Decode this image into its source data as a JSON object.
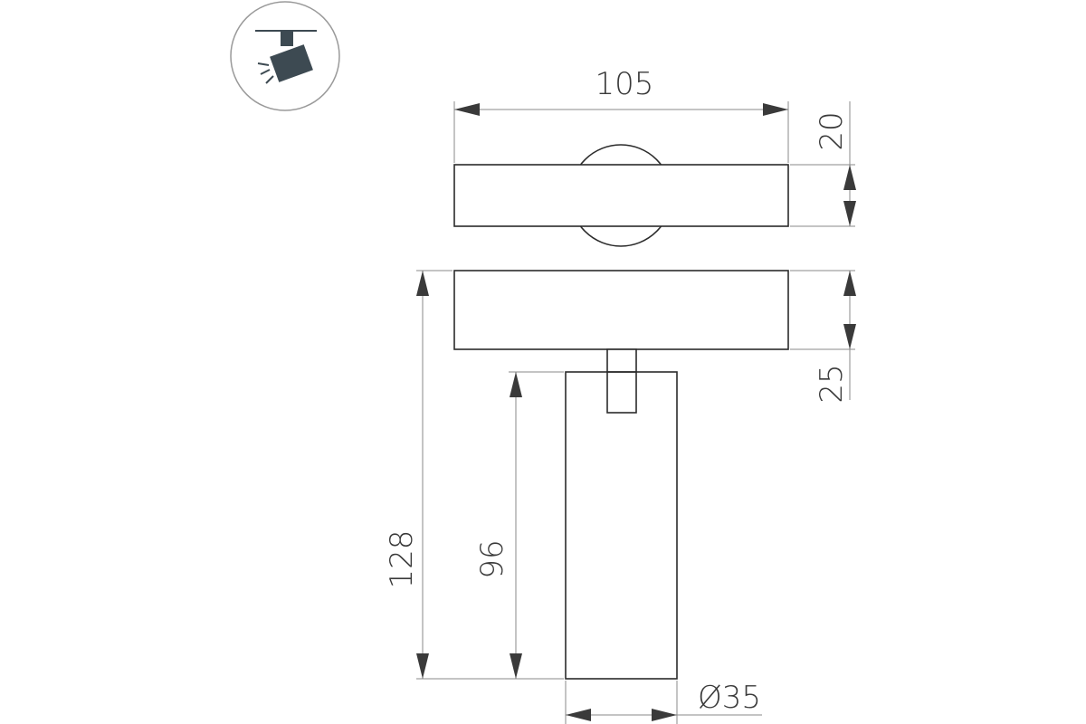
{
  "dimensions": {
    "width_top": "105",
    "height_top": "20",
    "height_base": "25",
    "total_height": "128",
    "body_height": "96",
    "diameter": "Ø35"
  },
  "colors": {
    "line": "#2b2b2b",
    "dimension": "#8a8a8a",
    "arrow": "#3a3a3a",
    "icon_fill": "#3d4a52",
    "icon_circle": "#9a9a9a"
  },
  "icon": "track-spotlight-icon"
}
